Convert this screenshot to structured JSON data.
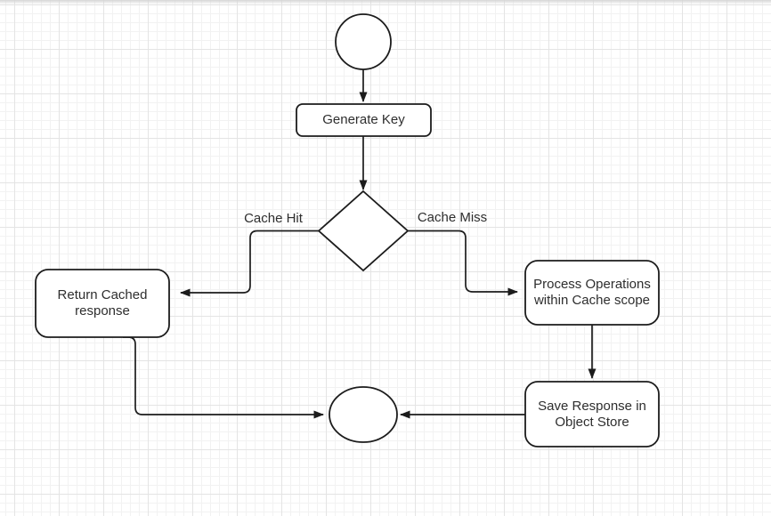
{
  "canvas": {
    "background_color": "#ffffff",
    "grid_minor_color": "#f2f2f2",
    "grid_major_color": "#e4e4e4"
  },
  "diagram": {
    "line_color": "#1c1c1c",
    "shape_fill_color": "#ffffff",
    "text_color": "#2e2e2e",
    "nodes": {
      "generate_key": {
        "label": "Generate Key"
      },
      "return_cached": {
        "line1": "Return Cached",
        "line2": "response"
      },
      "process_operations": {
        "line1": "Process Operations",
        "line2": "within Cache scope"
      },
      "save_response": {
        "line1": "Save Response in",
        "line2": "Object Store"
      }
    },
    "edge_labels": {
      "cache_hit": "Cache Hit",
      "cache_miss": "Cache Miss"
    }
  }
}
